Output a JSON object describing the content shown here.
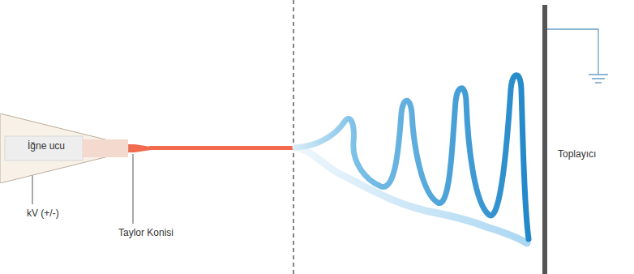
{
  "diagram": {
    "nodes": [
      {
        "text": [
          "İğne ucu"
        ]
      }
    ],
    "labels": [
      "kV (+/-)",
      "Taylor Konisi",
      "Toplayıcı"
    ]
  }
}
